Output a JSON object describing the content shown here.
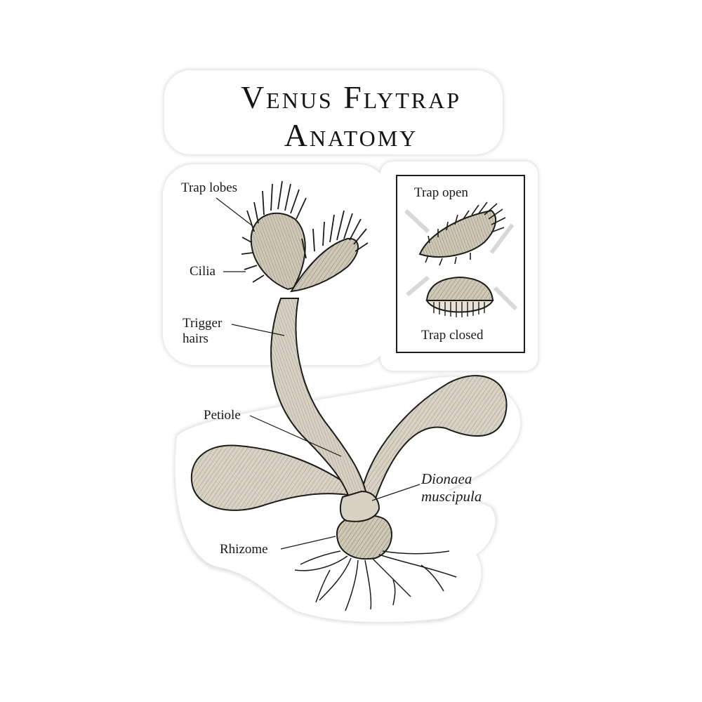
{
  "title": {
    "line1": "Venus Flytrap",
    "line2": "Anatomy"
  },
  "labels": {
    "trap_lobes": "Trap lobes",
    "cilia": "Cilia",
    "trigger_line1": "Trigger",
    "trigger_line2": "hairs",
    "petiole": "Petiole",
    "species_line1": "Dionaea",
    "species_line2": "muscipula",
    "rhizome": "Rhizome"
  },
  "inset": {
    "open_label": "Trap open",
    "closed_label": "Trap closed"
  },
  "colors": {
    "ink": "#1c1c19",
    "sepia_fill": "#d8d2c4",
    "sepia_dark": "#8a836f",
    "sticker_border": "#ffffff",
    "sticker_shadow": "#e4e4e4"
  }
}
